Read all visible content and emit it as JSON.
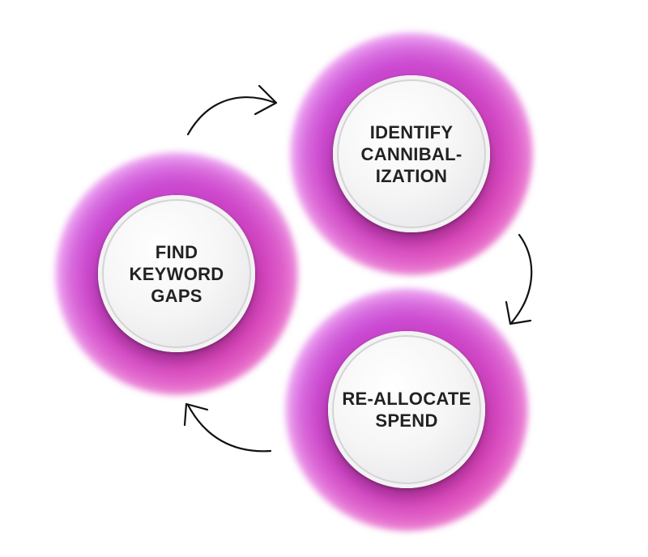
{
  "diagram": {
    "nodes": [
      {
        "id": "find-keyword-gaps",
        "label": "FIND\nKEYWORD\nGAPS"
      },
      {
        "id": "identify-cannibalization",
        "label": "IDENTIFY\nCANNIBAL-\nIZATION"
      },
      {
        "id": "re-allocate-spend",
        "label": "RE-ALLOCATE\nSPEND"
      }
    ],
    "edges": [
      {
        "from": "find-keyword-gaps",
        "to": "identify-cannibalization"
      },
      {
        "from": "identify-cannibalization",
        "to": "re-allocate-spend"
      },
      {
        "from": "re-allocate-spend",
        "to": "find-keyword-gaps"
      }
    ],
    "colors": {
      "glow_purple": "#c23fd0",
      "glow_pink": "#eb3c96",
      "disc": "#f6f6f7",
      "text": "#222222",
      "arrow": "#111111"
    }
  }
}
